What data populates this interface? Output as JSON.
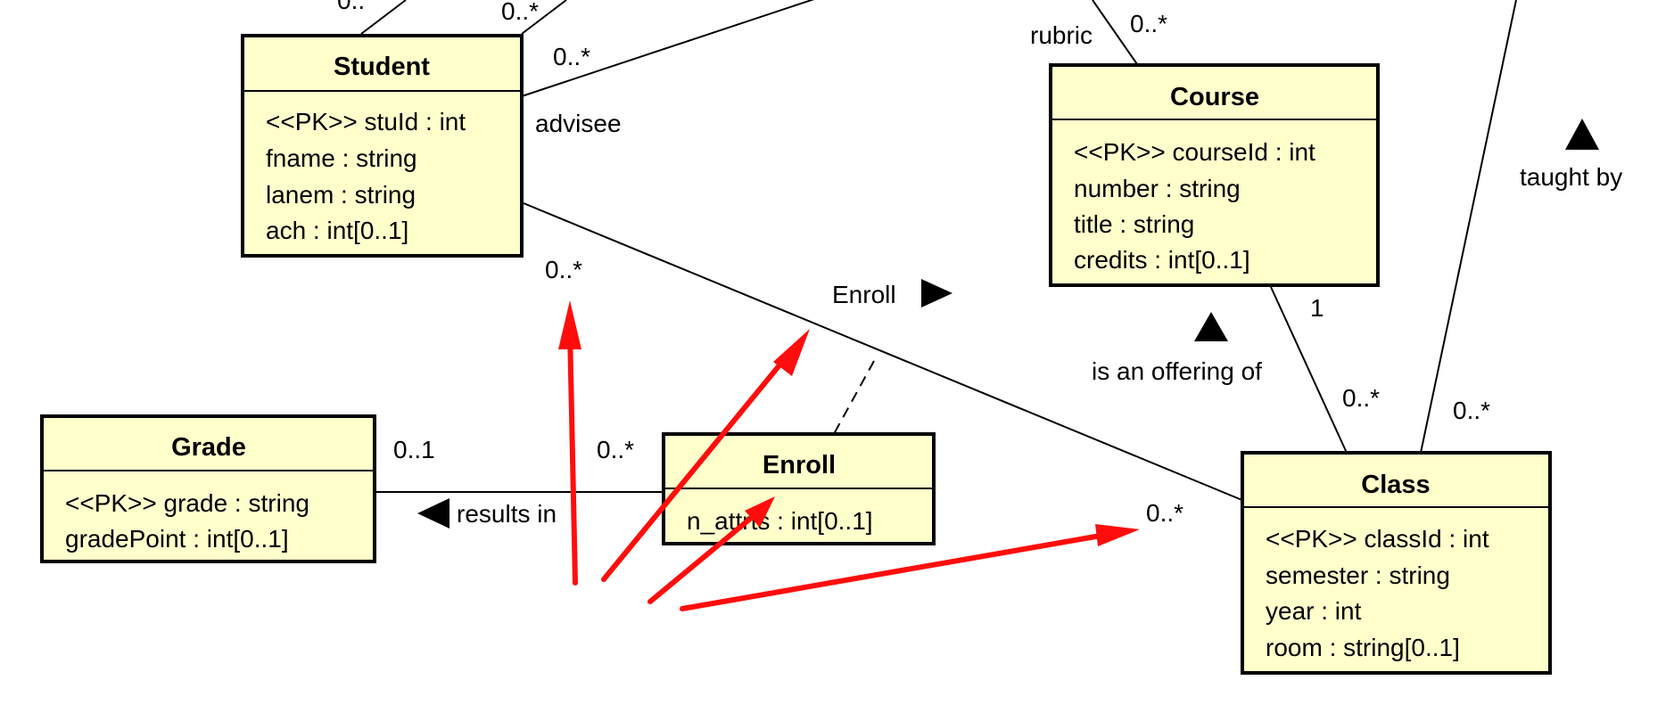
{
  "classes": {
    "student": {
      "name": "Student",
      "attributes": [
        "<<PK>> stuId : int",
        "fname : string",
        "lanem : string",
        "ach : int[0..1]"
      ]
    },
    "course": {
      "name": "Course",
      "attributes": [
        "<<PK>> courseId : int",
        "number : string",
        "title : string",
        "credits : int[0..1]"
      ]
    },
    "grade": {
      "name": "Grade",
      "attributes": [
        "<<PK>> grade : string",
        "gradePoint : int[0..1]"
      ]
    },
    "enroll": {
      "name": "Enroll",
      "attributes": [
        "n_attrts : int[0..1]"
      ]
    },
    "class": {
      "name": "Class",
      "attributes": [
        "<<PK>> classId : int",
        "semester : string",
        "year : int",
        "room : string[0..1]"
      ]
    }
  },
  "labels": {
    "student_top_left_mult": "0..",
    "student_top_mult": "0..*",
    "advisee_mult": "0..*",
    "advisee_role": "advisee",
    "rubric_role": "rubric",
    "rubric_mult": "0..*",
    "student_enroll_mult": "0..*",
    "enroll_assoc_name": "Enroll",
    "course_offering_mult": "1",
    "is_an_offering_of": "is an offering of",
    "class_offering_mult": "0..*",
    "class_taught_mult": "0..*",
    "taught_by": "taught by",
    "grade_mult": "0..1",
    "enroll_grade_mult": "0..*",
    "results_in": "results in",
    "class_enroll_mult": "0..*"
  },
  "colors": {
    "class_fill": "#ffffcc",
    "annotation_arrow": "#ff0d0d"
  }
}
